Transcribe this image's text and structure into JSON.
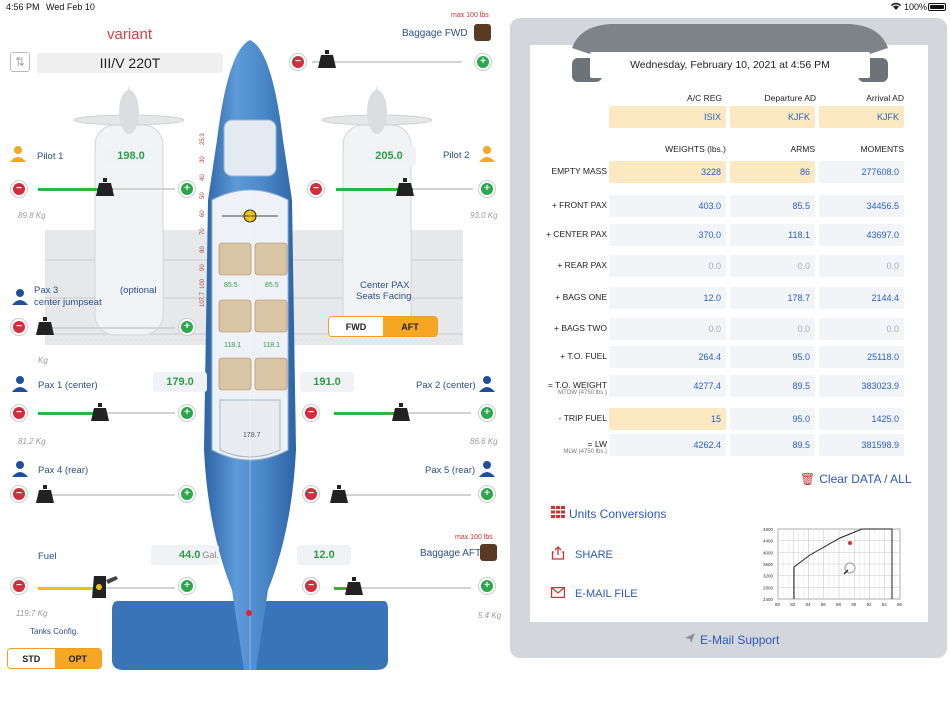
{
  "status": {
    "time": "4:56 PM",
    "date": "Wed Feb 10",
    "battery": "100%"
  },
  "left": {
    "variant_label": "variant",
    "aircraft": "III/V 220T",
    "baggage_fwd": {
      "label": "Baggage FWD",
      "max": "max 100 lbs"
    },
    "baggage_aft": {
      "label": "Baggage AFT",
      "max": "max 100 lbs",
      "value": "12.0",
      "kg": "5.4  Kg"
    },
    "pilot1": {
      "label": "Pilot 1",
      "value": "198.0",
      "kg": "89.8  Kg"
    },
    "pilot2": {
      "label": "Pilot 2",
      "value": "205.0",
      "kg": "93.0  Kg"
    },
    "pax3": {
      "label": "Pax 3",
      "sub": "center jumpseat",
      "optional": "(optional",
      "kg": "Kg"
    },
    "center_pax": {
      "label": "Center PAX",
      "sub": "Seats Facing",
      "fwd": "FWD",
      "aft": "AFT"
    },
    "pax1": {
      "label": "Pax 1 (center)",
      "value": "179.0",
      "kg": "81.2  Kg"
    },
    "pax2": {
      "label": "Pax 2 (center)",
      "value": "191.0",
      "kg": "86.6  Kg"
    },
    "pax4": {
      "label": "Pax 4 (rear)"
    },
    "pax5": {
      "label": "Pax 5 (rear)"
    },
    "fuel": {
      "label": "Fuel",
      "value": "44.0",
      "unit": "Gal.",
      "kg": "119.7  Kg"
    },
    "tanks": {
      "label": "Tanks Config.",
      "std": "STD",
      "opt": "OPT"
    },
    "scale": [
      "25.3",
      "30",
      "40",
      "50",
      "60",
      "70",
      "80",
      "90",
      "100",
      "107.7"
    ],
    "seat_arms": {
      "front_l": "85.5",
      "front_r": "85.5",
      "mid_l": "118.1",
      "mid_r": "118.1",
      "bag": "178.7"
    },
    "slider_levels": {
      "baggage_fwd": 0.0,
      "pilot1": 0.55,
      "pilot2": 0.56,
      "pax3": 0.0,
      "pax1": 0.48,
      "pax2": 0.51,
      "pax4": 0.0,
      "pax5": 0.0,
      "fuel": 0.5,
      "baggage_aft": 0.12
    }
  },
  "right": {
    "datetime": "Wednesday, February 10, 2021 at 4:56 PM",
    "headers": {
      "acreg": "A/C REG",
      "dep": "Departure AD",
      "arr": "Arrival AD",
      "weights": "WEIGHTS (lbs.)",
      "arms": "ARMS",
      "moments": "MOMENTS"
    },
    "ids": {
      "acreg": "ISIX",
      "dep": "KJFK",
      "arr": "KJFK"
    },
    "rows": [
      {
        "label": "EMPTY MASS",
        "sub": "",
        "w": "3228",
        "a": "86",
        "m": "277608.0",
        "wi": true,
        "ai": true
      },
      {
        "label": "+ FRONT PAX",
        "sub": "",
        "w": "403.0",
        "a": "85.5",
        "m": "34456.5"
      },
      {
        "label": "+ CENTER PAX",
        "sub": "",
        "w": "370.0",
        "a": "118.1",
        "m": "43697.0"
      },
      {
        "label": "+ REAR PAX",
        "sub": "",
        "w": "0.0",
        "a": "0.0",
        "m": "0.0",
        "dim": true
      },
      {
        "label": "+ BAGS ONE",
        "sub": "",
        "w": "12.0",
        "a": "178.7",
        "m": "2144.4"
      },
      {
        "label": "+ BAGS TWO",
        "sub": "",
        "w": "0.0",
        "a": "0.0",
        "m": "0.0",
        "dim": true
      },
      {
        "label": "+ T.O. FUEL",
        "sub": "",
        "w": "264.4",
        "a": "95.0",
        "m": "25118.0"
      },
      {
        "label": "= T.O. WEIGHT",
        "sub": "MTOW (4750 lbs.)",
        "w": "4277.4",
        "a": "89.5",
        "m": "383023.9"
      },
      {
        "label": "- TRIP FUEL",
        "sub": "",
        "w": "15",
        "a": "95.0",
        "m": "1425.0",
        "wi": true
      },
      {
        "label": "= LW",
        "sub": "MLW (4750 lbs.)",
        "w": "4262.4",
        "a": "89.5",
        "m": "381598.9"
      }
    ],
    "clear": "Clear DATA / ALL",
    "units": "Units Conversions",
    "share": "SHARE",
    "email_file": "E-MAIL FILE",
    "email_support": "E-Mail Support",
    "envelope": {
      "x_ticks": [
        "80",
        "82",
        "84",
        "86",
        "88",
        "90",
        "92",
        "94",
        "96"
      ],
      "y_ticks": [
        "4800",
        "4400",
        "4000",
        "3600",
        "3200",
        "2800",
        "2400"
      ]
    }
  },
  "colors": {
    "accent": "#f5a623",
    "green": "#2cb53f",
    "blue": "#2d58b8",
    "plane": "#3b7fc4",
    "input": "#fde9c1"
  }
}
